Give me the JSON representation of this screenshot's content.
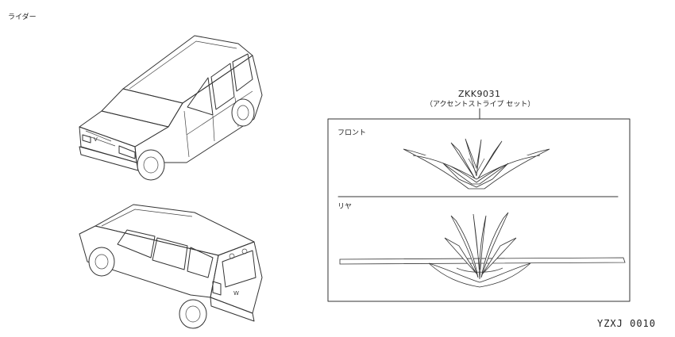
{
  "diagram": {
    "model_label": "ライダー",
    "part_number": "ZKK9031",
    "part_description": "（アクセントストライプ セット）",
    "front_label": "フロント",
    "rear_label": "リヤ",
    "figure_code": "YZXJ 0010"
  },
  "icons": {
    "front_car": "car-front-three-quarter-icon",
    "rear_car": "car-rear-three-quarter-icon",
    "front_stripe": "front-accent-stripe-icon",
    "rear_stripe": "rear-accent-stripe-icon"
  }
}
